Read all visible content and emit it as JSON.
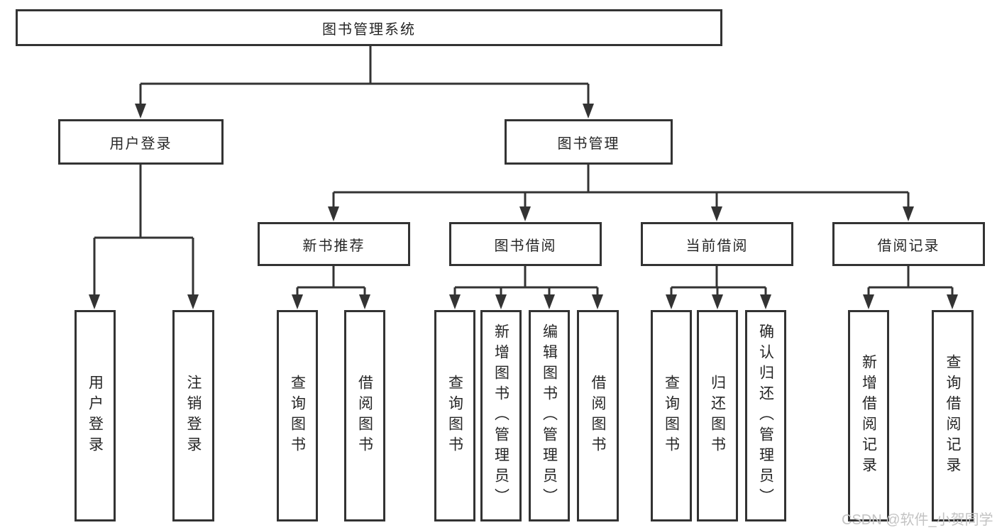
{
  "tree": {
    "label": "图书管理系统",
    "children": [
      {
        "label": "用户登录",
        "children": [
          {
            "label": "用户登录"
          },
          {
            "label": "注销登录"
          }
        ]
      },
      {
        "label": "图书管理",
        "children": [
          {
            "label": "新书推荐",
            "children": [
              {
                "label": "查询图书"
              },
              {
                "label": "借阅图书"
              }
            ]
          },
          {
            "label": "图书借阅",
            "children": [
              {
                "label": "查询图书"
              },
              {
                "label": "新增图书（管理员）"
              },
              {
                "label": "编辑图书（管理员）"
              },
              {
                "label": "借阅图书"
              }
            ]
          },
          {
            "label": "当前借阅",
            "children": [
              {
                "label": "查询图书"
              },
              {
                "label": "归还图书"
              },
              {
                "label": "确认归还（管理员）"
              }
            ]
          },
          {
            "label": "借阅记录",
            "children": [
              {
                "label": "新增借阅记录"
              },
              {
                "label": "查询借阅记录"
              }
            ]
          }
        ]
      }
    ]
  },
  "watermark": {
    "text": "CSDN @软件_小贺同学"
  },
  "colors": {
    "line": "#333333",
    "box_border": "#333333",
    "box_fill": "#ffffff",
    "text": "#262626",
    "watermark": "#c3c3c3",
    "background": "#ffffff"
  }
}
